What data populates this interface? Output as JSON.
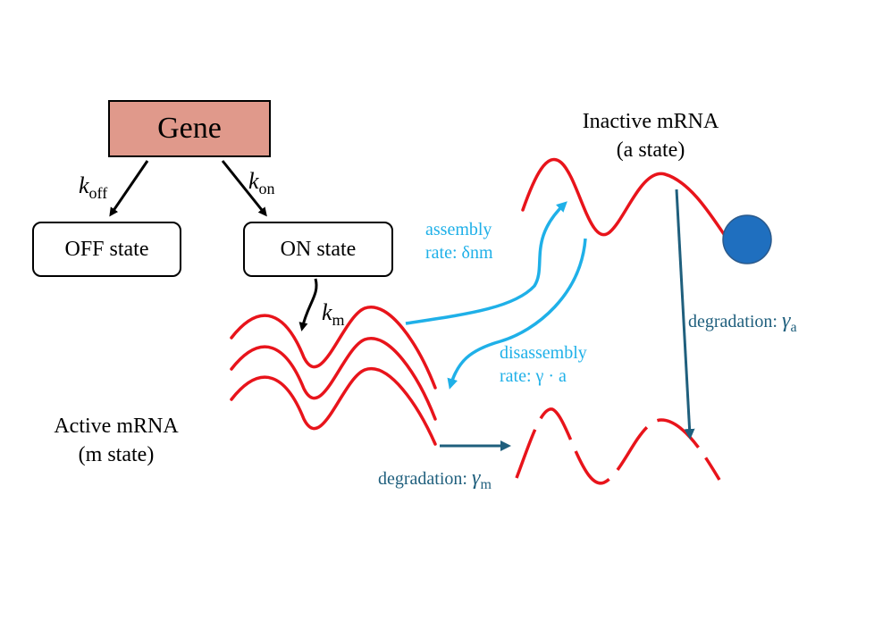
{
  "gene": {
    "label": "Gene"
  },
  "states": {
    "off": "OFF state",
    "on": "ON state"
  },
  "rates": {
    "koff": {
      "symbol": "k",
      "sub": "off"
    },
    "kon": {
      "symbol": "k",
      "sub": "on"
    },
    "km": {
      "symbol": "k",
      "sub": "m"
    }
  },
  "inactive_mrna": {
    "line1": "Inactive mRNA",
    "line2": "(a state)"
  },
  "active_mrna": {
    "line1": "Active mRNA",
    "line2": "(m state)"
  },
  "assembly": {
    "line1": "assembly",
    "line2": "rate: δnm"
  },
  "disassembly": {
    "line1": "disassembly",
    "line2": "rate: γ · a"
  },
  "degradation_a": {
    "text": "degradation: ",
    "symbol": "γ",
    "sub": "a"
  },
  "degradation_m": {
    "text": "degradation: ",
    "symbol": "γ",
    "sub": "m"
  },
  "colors": {
    "gene_fill": "#e0998b",
    "mrna_red": "#e8141b",
    "cyan_arrow": "#1fb0e8",
    "teal_arrow": "#1f5f7d",
    "blue_cap": "#1f6fbf"
  }
}
